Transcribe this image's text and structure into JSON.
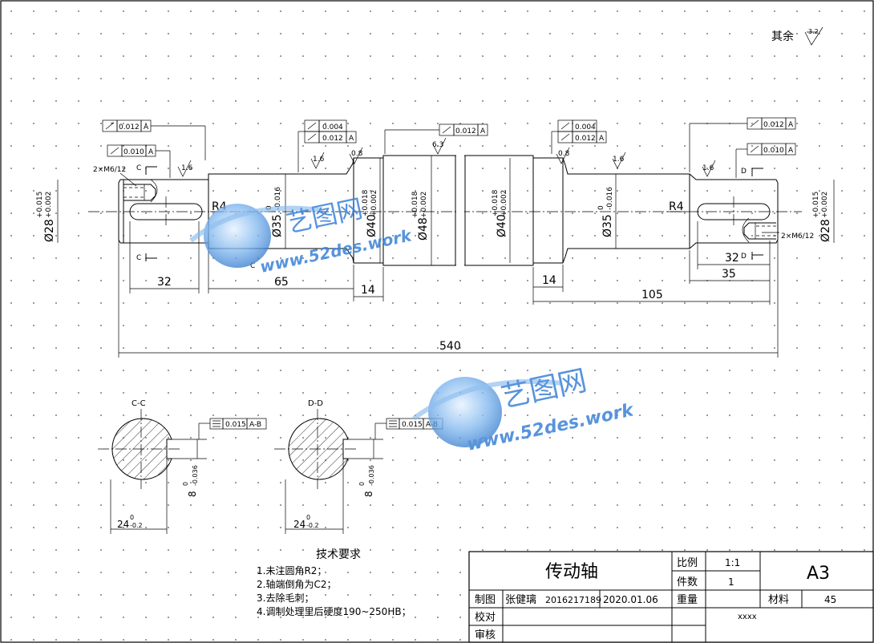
{
  "roughness_note": {
    "label": "其余",
    "value": "3.2"
  },
  "dimensions": {
    "d28_left": "Ø28",
    "tol_28_upper": "+0.015",
    "tol_28_lower": "+0.002",
    "d35": "Ø35",
    "tol_35_upper": "0",
    "tol_35_lower": "-0.016",
    "d40": "Ø40",
    "tol_40_upper": "+0.018",
    "tol_40_lower": "+0.002",
    "d48": "Ø48",
    "tol_48_upper": "+0.018",
    "tol_48_lower": "+0.002",
    "r4": "R4",
    "len_32_left": "32",
    "len_65": "65",
    "len_14_left": "14",
    "len_14_right": "14",
    "len_105": "105",
    "len_32_right": "32",
    "len_35": "35",
    "len_540": "540",
    "thread": "2×M6/12",
    "key_width": "8",
    "key_tol_upper": "0",
    "key_tol_lower": "-0.036",
    "section_depth": "24",
    "section_tol_upper": "0",
    "section_tol_lower": "-0.2"
  },
  "gdt": {
    "runout_0012": "0.012",
    "runout_0010": "0.010",
    "cyl_0004": "0.004",
    "datum_a": "A",
    "sym_0015": "0.015",
    "datum_ab": "A-B"
  },
  "roughness": {
    "r16": "1.6",
    "r08": "0.8",
    "r63": "6.3"
  },
  "sections": {
    "c_label": "C",
    "d_label": "D",
    "cc_title": "C-C",
    "dd_title": "D-D"
  },
  "tech_requirements": {
    "title": "技术要求",
    "items": [
      "1.未注圆角R2；",
      "2.轴端倒角为C2；",
      "3.去除毛刺；",
      "4.调制处理里后硬度190~250HB；"
    ]
  },
  "title_block": {
    "part_name": "传动轴",
    "scale_label": "比例",
    "scale_value": "1:1",
    "qty_label": "件数",
    "qty_value": "1",
    "sheet_size": "A3",
    "drawn_label": "制图",
    "drawer": "张健璃",
    "student_id": "2016217189",
    "date": "2020.01.06",
    "weight_label": "重量",
    "material_label": "材料",
    "material_value": "45",
    "check_label": "校对",
    "approve_label": "审核",
    "placeholder": "xxxx"
  },
  "watermark": {
    "brand": "艺图网",
    "url": "www.52des.work"
  }
}
